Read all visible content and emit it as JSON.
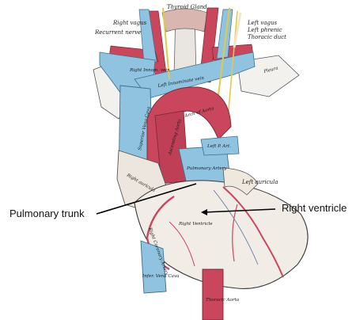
{
  "callouts": {
    "pulmonary_trunk": "Pulmonary trunk",
    "right_ventricle": "Right ventricle"
  },
  "labels": {
    "thyroid_gland": "Thyroid Gland",
    "right_vagus": "Right vagus",
    "recurrent_nerve": "Recurrent nerve",
    "left_vagus": "Left vagus",
    "left_phrenic": "Left phrenic",
    "thoracic_duct": "Thoracic duct",
    "right_innominate_vein": "Right Innom. vein",
    "left_innominate_vein": "Left Innominate vein",
    "pleura": "Pleura",
    "arch_of_aorta": "Arch of Aorta",
    "superior_vena_cava": "Superior Vena Cava",
    "ascending_aorta": "Ascending Aorta",
    "left_pulmonary_artery": "Left P. Art.",
    "right_auricula": "Right auricula",
    "pulmonary_artery": "Pulmonary Artery",
    "left_auricula": "Left auricula",
    "right_ventricle_engraved": "Right Ventricle",
    "right_coronary_artery": "Right Coronary Artery",
    "inferior_vena_cava": "Infer. Vena Cava",
    "thoracic_aorta": "Thoracic Aorta"
  },
  "colors": {
    "vein_blue": "#8fc3df",
    "artery_red": "#c9465d",
    "heart_fill": "#f1ece6",
    "nerve_yellow": "#e3c94a",
    "outline": "#3a3a3a"
  }
}
